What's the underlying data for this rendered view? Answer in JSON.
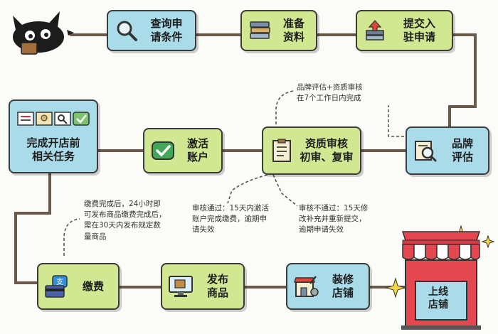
{
  "steps": {
    "query": "查询申\n请条件",
    "prepare": "准备\n资料",
    "submit": "提交入\n驻申请",
    "brand": "品牌\n评估",
    "review": "资质审核\n初审、复审",
    "activate": "激活\n账户",
    "tasks": "完成开店前\n相关任务",
    "pay": "缴费",
    "publish": "发布\n商品",
    "decorate": "装修\n店铺",
    "online": "上线\n店铺"
  },
  "notes": {
    "brand_review": "品牌评估+资质审核\n在7个工作日内完成",
    "approved": "审核通过：15天内激活\n账户完成缴费，逾期申\n请失效",
    "rejected": "审核不通过：15天修\n改补充并重新提交，\n逾期申请失效",
    "payment": "缴费完成后，24小时即\n可发布商品缴费完成后，\n需在30天内发布规定数\n量商品"
  },
  "colors": {
    "box_blue": "#a9dbe8",
    "box_green": "#d1e792",
    "connector": "#6b5a4a",
    "store_awning": "#e4474f"
  },
  "icons": {
    "query": "magnifier-icon",
    "prepare": "documents-stack-icon",
    "submit": "upload-arrow-icon",
    "brand": "inspect-document-icon",
    "review": "checklist-icon",
    "activate": "check-badge-icon",
    "tasks": "task-cards-icon",
    "pay": "payment-card-icon",
    "publish": "monitor-publish-icon",
    "decorate": "shop-tools-icon",
    "mascot": "tmall-cat-mascot",
    "online": "storefront-icon"
  }
}
